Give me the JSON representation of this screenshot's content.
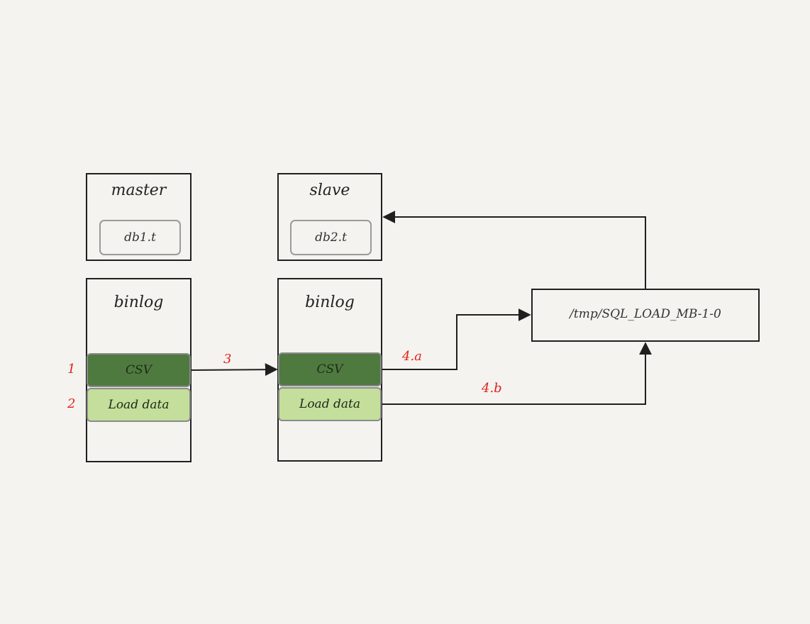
{
  "master": {
    "title": "master",
    "table": "db1.t",
    "binlog_title": "binlog",
    "events": [
      "CSV",
      "Load data"
    ]
  },
  "slave": {
    "title": "slave",
    "table": "db2.t",
    "binlog_title": "binlog",
    "events": [
      "CSV",
      "Load data"
    ]
  },
  "tmp_file": "/tmp/SQL_LOAD_MB-1-0",
  "steps": {
    "s1": "1",
    "s2": "2",
    "s3": "3",
    "s4a": "4.a",
    "s4b": "4.b"
  },
  "colors": {
    "step": "#e2231a",
    "csv_row": "#4f7a3f",
    "load_row": "#c4de9c"
  }
}
